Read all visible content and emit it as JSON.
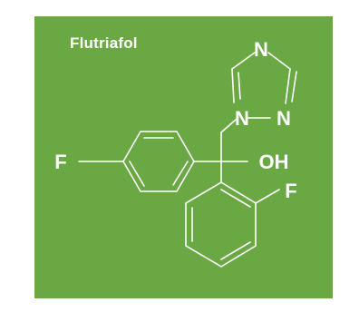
{
  "title": "Flutriafol",
  "colors": {
    "background": "#6aa843",
    "foreground": "#ffffff"
  },
  "atoms": {
    "triazole_n_top": "N",
    "triazole_n1": "N",
    "triazole_n2": "N",
    "fluorine_left": "F",
    "hydroxyl": "OH",
    "fluorine_right": "F"
  }
}
